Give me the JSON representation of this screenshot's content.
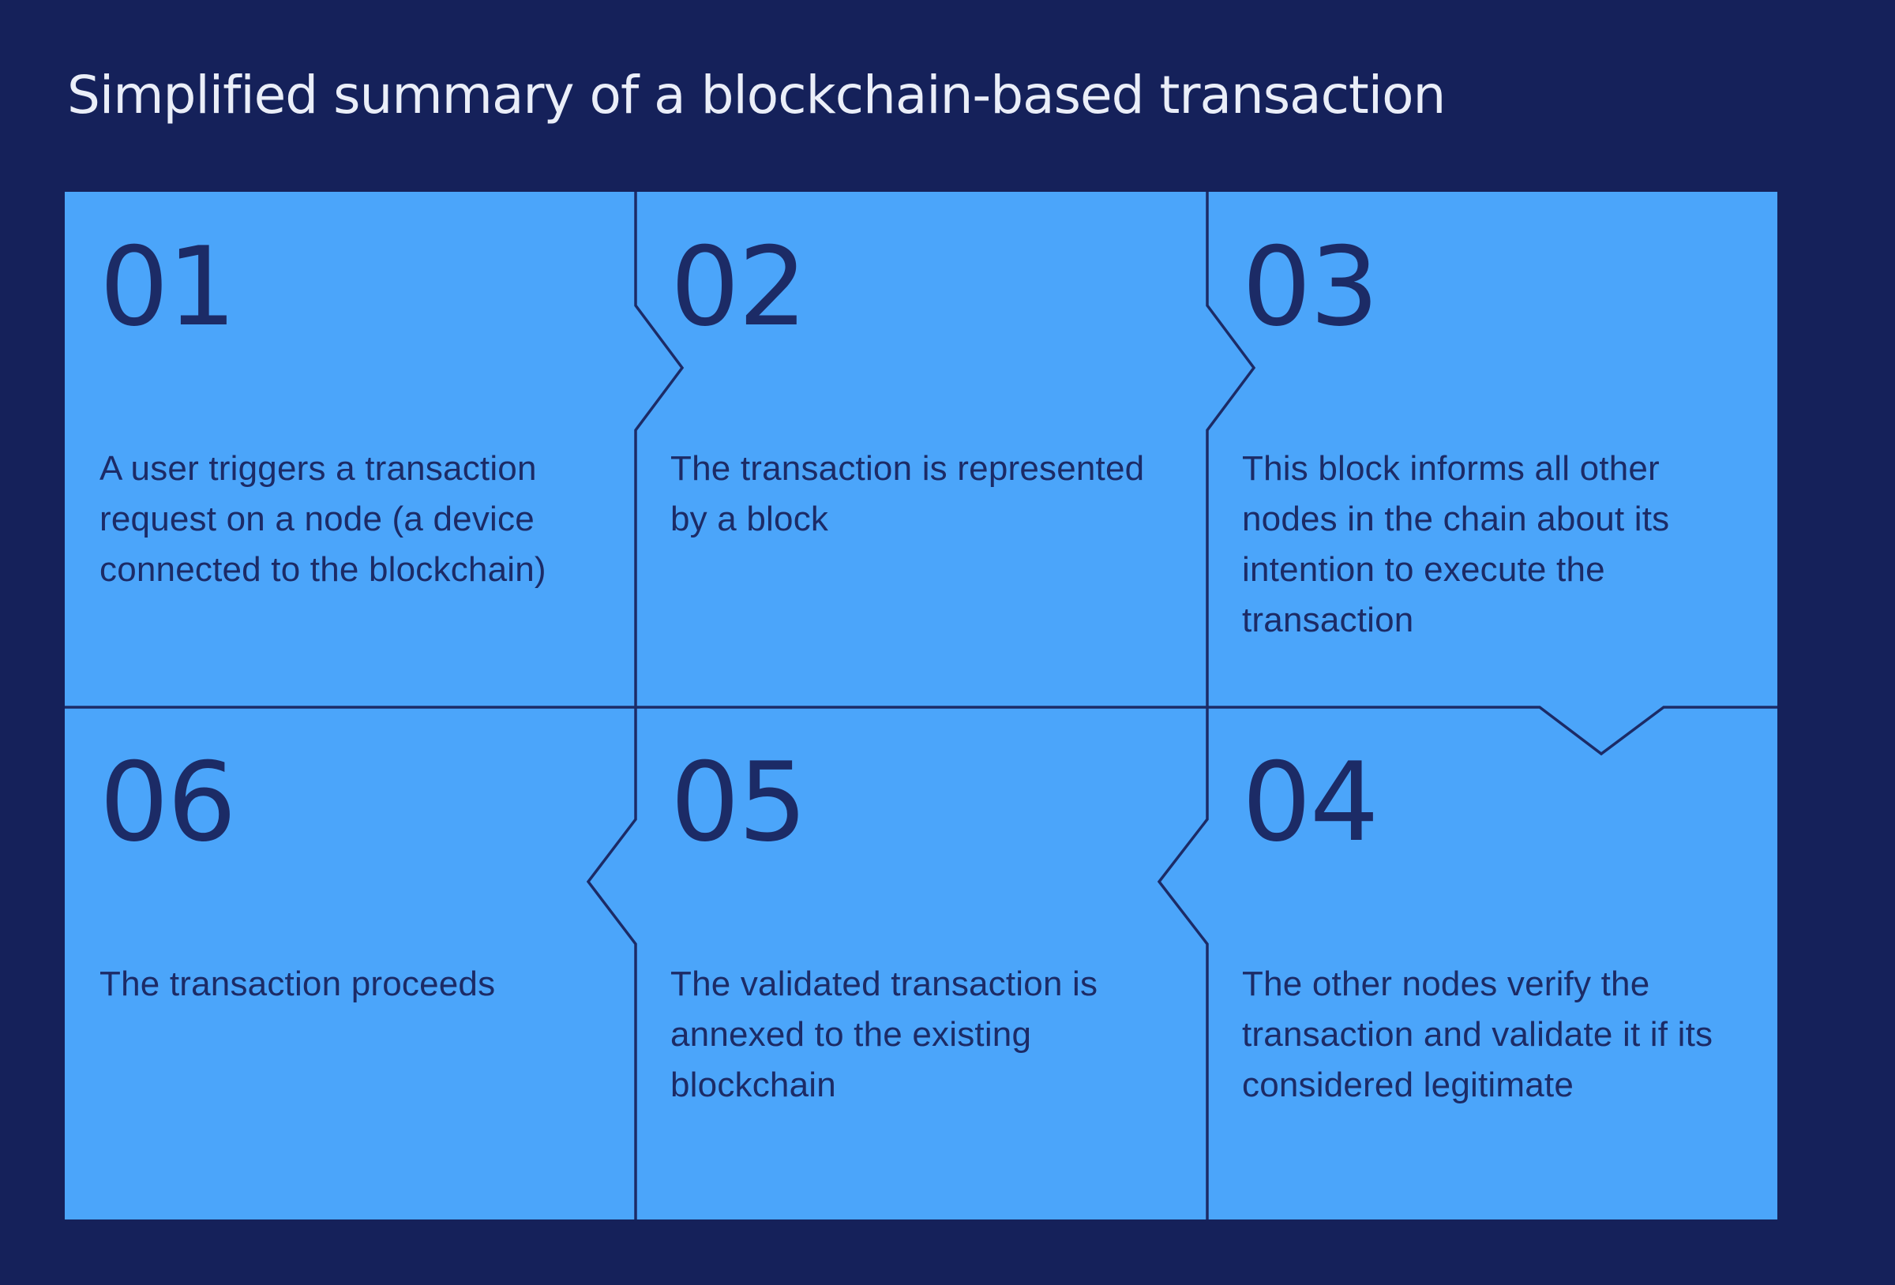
{
  "title": "Simplified summary of a blockchain-based transaction",
  "colors": {
    "background": "#15215A",
    "cell": "#4BA5FA",
    "ink": "#1C2B66",
    "title_text": "#EAEEF8"
  },
  "steps": [
    {
      "number": "01",
      "description": "A user triggers a transaction\nrequest on a node (a device\nconnected to the blockchain)"
    },
    {
      "number": "02",
      "description": "The transaction is represented\nby a block"
    },
    {
      "number": "03",
      "description": "This block informs all other\nnodes in the chain about its\nintention to execute the\ntransaction"
    },
    {
      "number": "04",
      "description": "The other nodes verify the\ntransaction and validate it if its\nconsidered legitimate"
    },
    {
      "number": "05",
      "description": "The validated transaction is\nannexed to the existing\nblockchain"
    },
    {
      "number": "06",
      "description": "The transaction proceeds"
    }
  ]
}
